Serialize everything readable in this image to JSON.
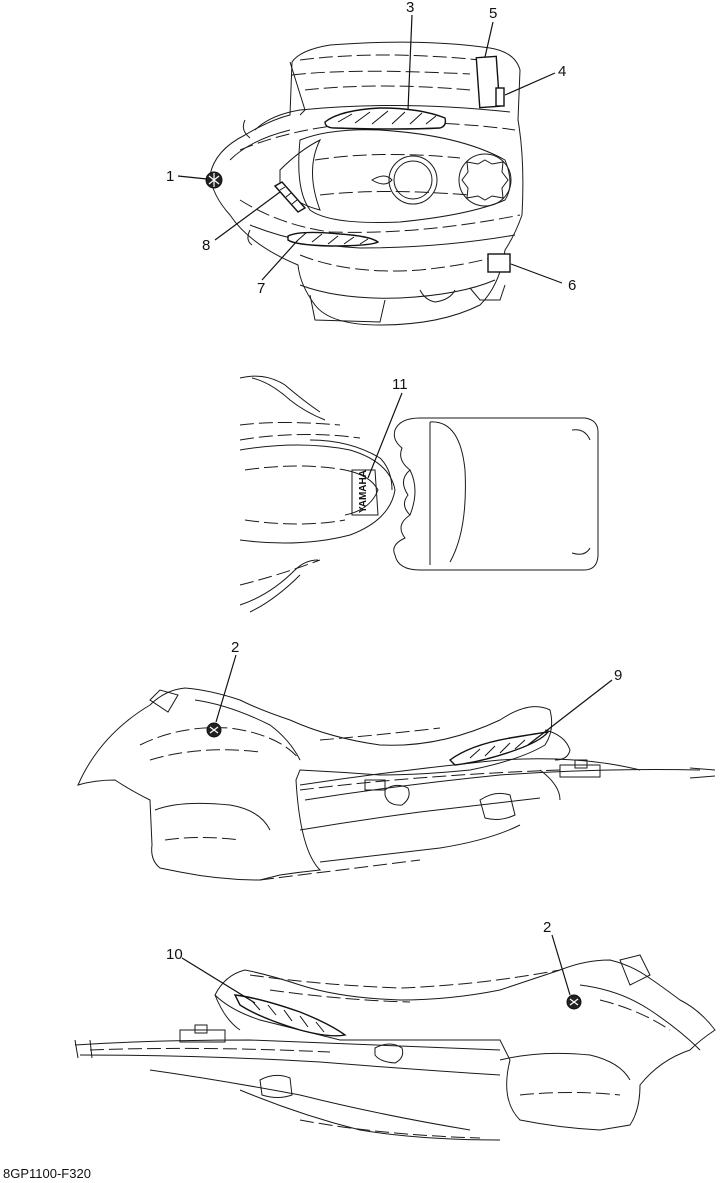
{
  "diagram_code": "8GP1100-F320",
  "brand_text": "YAMAHA",
  "callouts": {
    "c1": "1",
    "c2a": "2",
    "c2b": "2",
    "c3": "3",
    "c4": "4",
    "c5": "5",
    "c6": "6",
    "c7": "7",
    "c8": "8",
    "c9": "9",
    "c10": "10",
    "c11": "11"
  }
}
